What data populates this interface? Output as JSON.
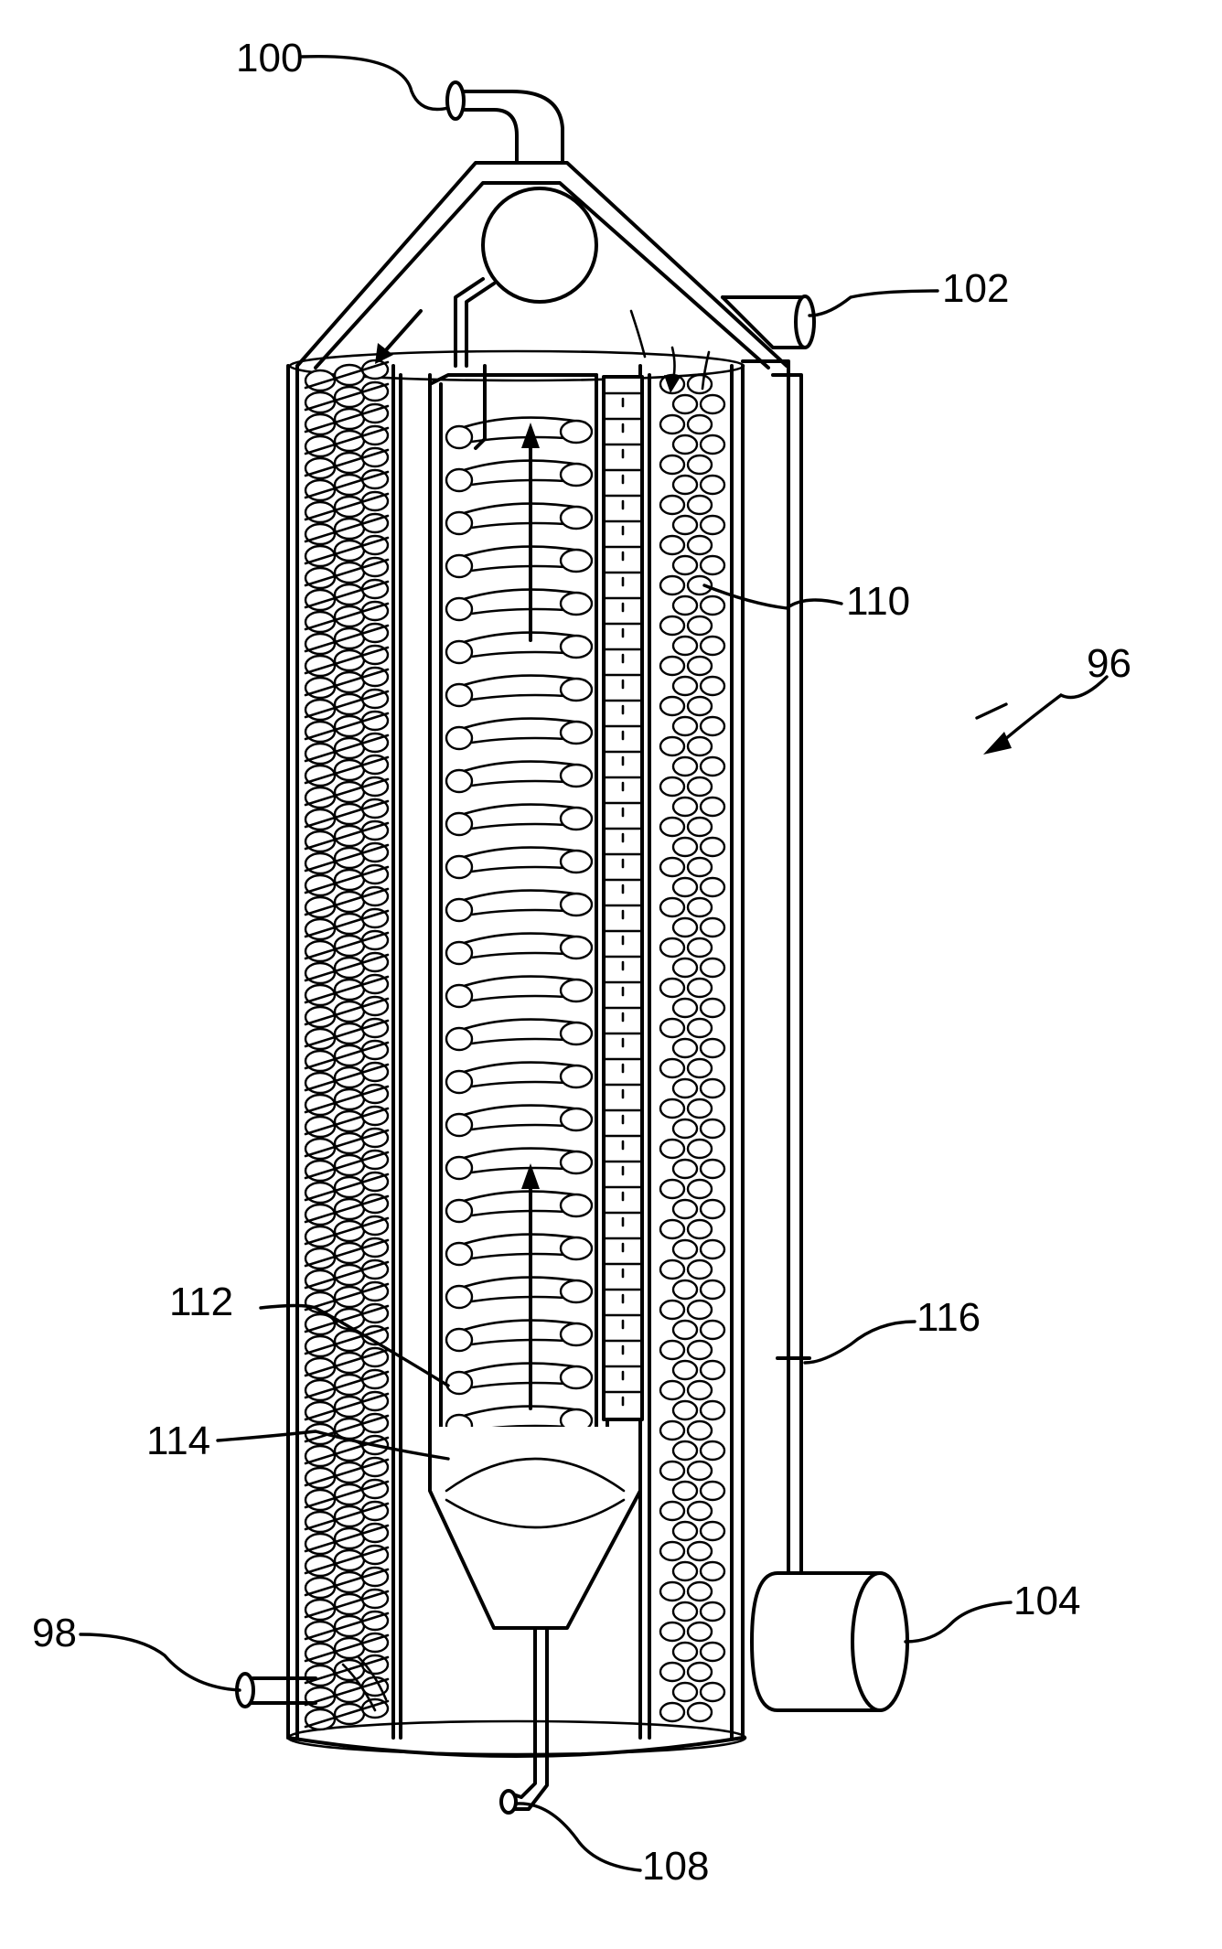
{
  "figure": {
    "reference_numerals": {
      "apparatus": "96",
      "inlet_lower_left": "98",
      "inlet_top": "100",
      "outlet_upper_right": "102",
      "outlet_lower_right": "104",
      "drain_bottom": "108",
      "inner_coil": "110",
      "chamber": "112",
      "grid": "114",
      "side_port": "116"
    }
  }
}
